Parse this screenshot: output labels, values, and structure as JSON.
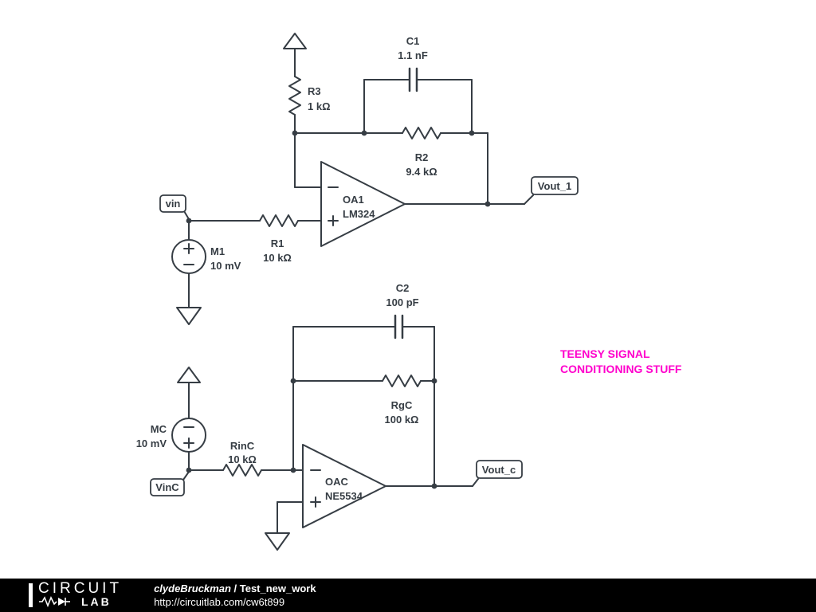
{
  "annotation": {
    "line1": "TEENSY SIGNAL",
    "line2": "CONDITIONING STUFF",
    "color": "#ff00cc"
  },
  "schematic": {
    "stroke_color": "#363d44",
    "top_circuit": {
      "r3": {
        "name": "R3",
        "value": "1 kΩ"
      },
      "c1": {
        "name": "C1",
        "value": "1.1 nF"
      },
      "r2": {
        "name": "R2",
        "value": "9.4 kΩ"
      },
      "r1": {
        "name": "R1",
        "value": "10 kΩ"
      },
      "opamp": {
        "name": "OA1",
        "part": "LM324"
      },
      "source": {
        "name": "M1",
        "value": "10 mV"
      },
      "input_flag": "vin",
      "output_flag": "Vout_1"
    },
    "bottom_circuit": {
      "c2": {
        "name": "C2",
        "value": "100 pF"
      },
      "rgc": {
        "name": "RgC",
        "value": "100 kΩ"
      },
      "rinc": {
        "name": "RinC",
        "value": "10 kΩ"
      },
      "opamp": {
        "name": "OAC",
        "part": "NE5534"
      },
      "source": {
        "name": "MC",
        "value": "10 mV"
      },
      "input_flag": "VinC",
      "output_flag": "Vout_c"
    }
  },
  "footer": {
    "logo_line1": "CIRCUIT",
    "logo_line2": "LAB",
    "user": "clydeBruckman",
    "separator": " / ",
    "project": "Test_new_work",
    "url": "http://circuitlab.com/cw6t899"
  }
}
